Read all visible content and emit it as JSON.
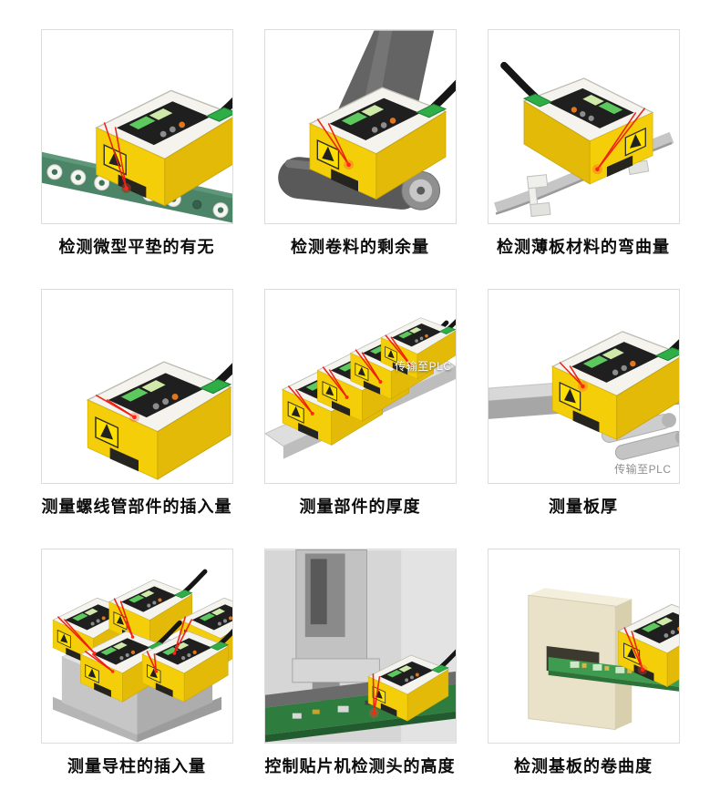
{
  "page": {
    "background": "#ffffff",
    "language": "zh-CN"
  },
  "colors": {
    "sensor_yellow": "#f4cf09",
    "laser_red": "#ef1b10",
    "pcb_green": "#2f7d3f",
    "caption_text": "#0c0c0c"
  },
  "grid": {
    "cells": [
      {
        "id": "washer-presence",
        "caption": "检测微型平垫的有无"
      },
      {
        "id": "coil-remaining",
        "caption": "检测卷料的剩余量"
      },
      {
        "id": "sheet-bend",
        "caption": "检测薄板材料的弯曲量"
      },
      {
        "id": "solenoid-insert",
        "caption": "测量螺线管部件的插入量"
      },
      {
        "id": "part-thickness",
        "caption": "测量部件的厚度",
        "overlay_label": "传输至PLC"
      },
      {
        "id": "board-thickness",
        "caption": "测量板厚",
        "overlay_label": "传输至PLC"
      },
      {
        "id": "guide-post-insert",
        "caption": "测量导柱的插入量"
      },
      {
        "id": "smt-head-height",
        "caption": "控制贴片机检测头的高度"
      },
      {
        "id": "substrate-curl",
        "caption": "检测基板的卷曲度"
      }
    ]
  }
}
